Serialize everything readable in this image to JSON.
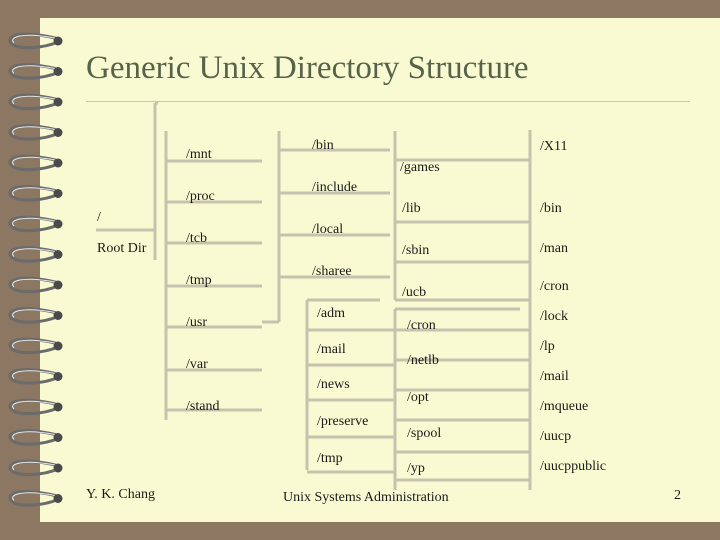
{
  "slide": {
    "title": "Generic Unix Directory Structure",
    "footer": {
      "author": "Y. K. Chang",
      "course": "Unix Systems Administration",
      "page": "2"
    }
  },
  "root": {
    "name": "/",
    "caption": "Root Dir"
  },
  "level1": [
    "/mnt",
    "/proc",
    "/tcb",
    "/tmp",
    "/usr",
    "/var",
    "/stand"
  ],
  "usr_children": [
    "/bin",
    "/include",
    "/local",
    "/sharee",
    "/adm",
    "/mail",
    "/news",
    "/preserve",
    "/tmp"
  ],
  "col3": [
    "/games",
    "/lib",
    "/sbin",
    "/ucb",
    "/cron",
    "/netlb",
    "/opt",
    "/spool",
    "/yp"
  ],
  "col4": [
    "/X11",
    "/bin",
    "/man",
    "/cron",
    "/lock",
    "/lp",
    "/mail",
    "/mqueue",
    "/uucp",
    "/uucppublic"
  ],
  "colors": {
    "frame": "#8b7762",
    "page": "#fafad2",
    "title": "#57624b",
    "line": "#c6c2ad"
  }
}
